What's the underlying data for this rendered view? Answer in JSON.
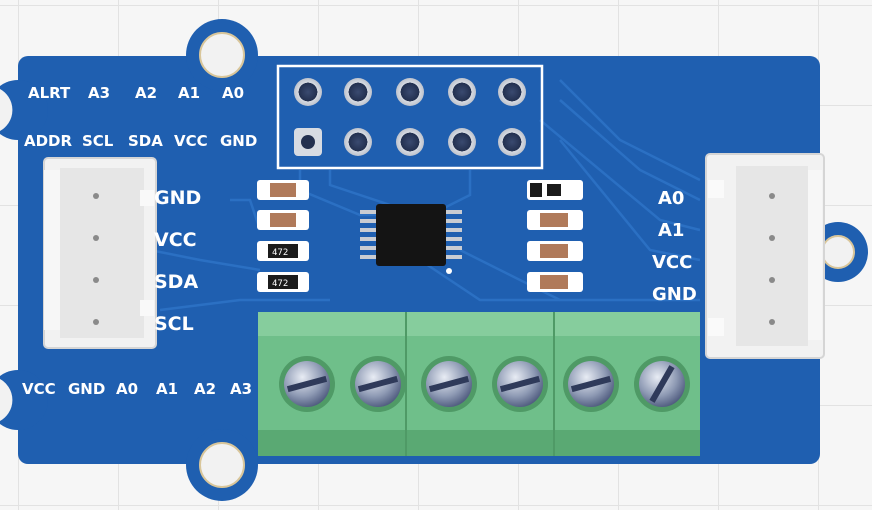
{
  "board": {
    "colors": {
      "pcb": "#1f5fb0",
      "pcb_edge": "#1a4f96",
      "terminal": "#6fbf8a",
      "connector": "#f2f2f2",
      "silkscreen": "#ffffff"
    },
    "top_labels": {
      "row1": [
        "ALRT",
        "A3",
        "A2",
        "A1",
        "A0"
      ],
      "row2": [
        "ADDR",
        "SCL",
        "SDA",
        "VCC",
        "GND"
      ]
    },
    "left_connector_labels": [
      "GND",
      "VCC",
      "SDA",
      "SCL"
    ],
    "right_connector_labels": [
      "A0",
      "A1",
      "VCC",
      "GND"
    ],
    "bottom_labels": [
      "VCC",
      "GND",
      "A0",
      "A1",
      "A2",
      "A3"
    ],
    "resistor_marks": [
      "472",
      "472"
    ],
    "screw_terminal_count": 6,
    "header_pin_count": 10
  }
}
